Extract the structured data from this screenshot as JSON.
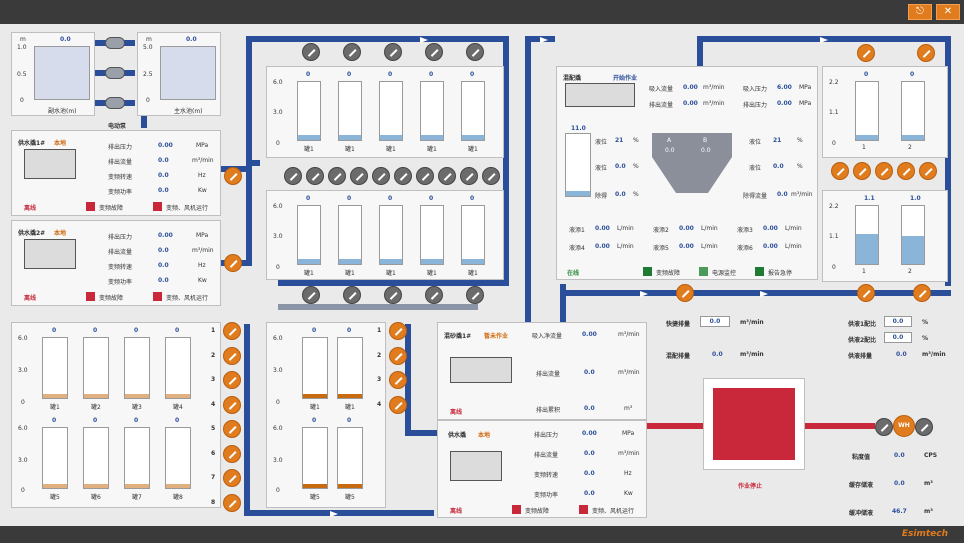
{
  "header": {
    "logout_label": "⎋",
    "close_label": "✕"
  },
  "footer": {
    "brand": "Esimtech"
  },
  "pools": {
    "clear": {
      "unit": "m",
      "ticks": [
        "1.0",
        "0.5",
        "0"
      ],
      "value": "0.0",
      "label": "副水池(m)"
    },
    "main": {
      "unit": "m",
      "ticks": [
        "5.0",
        "2.5",
        "0"
      ],
      "value": "0.0",
      "label": "主水池(m)"
    },
    "pump_label": "电动泵"
  },
  "feeder1": {
    "title": "供水撬1#",
    "mode": "本地",
    "status": "离线",
    "rows": [
      {
        "label": "排出压力",
        "value": "0.00",
        "unit": "MPa"
      },
      {
        "label": "排出流量",
        "value": "0.0",
        "unit": "m³/min"
      },
      {
        "label": "变频转速",
        "value": "0.0",
        "unit": "Hz"
      },
      {
        "label": "变频功率",
        "value": "0.0",
        "unit": "Kw"
      }
    ],
    "alarm1": "变频故障",
    "alarm2": "变频、风机运行"
  },
  "feeder2": {
    "title": "供水撬2#",
    "mode": "本地",
    "status": "离线",
    "rows": [
      {
        "label": "排出压力",
        "value": "0.00",
        "unit": "MPa"
      },
      {
        "label": "排出流量",
        "value": "0.0",
        "unit": "m³/min"
      },
      {
        "label": "变频转速",
        "value": "0.0",
        "unit": "Hz"
      },
      {
        "label": "变频功率",
        "value": "0.0",
        "unit": "Kw"
      }
    ],
    "alarm1": "变频故障",
    "alarm2": "变频、风机运行"
  },
  "tank_group_top": {
    "ticks": [
      "6.0",
      "3.0",
      "0"
    ],
    "tanks": [
      {
        "v": "0",
        "l": "罐1",
        "f": 0.08
      },
      {
        "v": "0",
        "l": "罐1",
        "f": 0.08
      },
      {
        "v": "0",
        "l": "罐1",
        "f": 0.08
      },
      {
        "v": "0",
        "l": "罐1",
        "f": 0.08
      },
      {
        "v": "0",
        "l": "罐1",
        "f": 0.08
      }
    ]
  },
  "tank_group_mid": {
    "ticks": [
      "6.0",
      "3.0",
      "0"
    ],
    "tanks": [
      {
        "v": "0",
        "l": "罐1",
        "f": 0.08
      },
      {
        "v": "0",
        "l": "罐1",
        "f": 0.08
      },
      {
        "v": "0",
        "l": "罐1",
        "f": 0.08
      },
      {
        "v": "0",
        "l": "罐1",
        "f": 0.08
      },
      {
        "v": "0",
        "l": "罐1",
        "f": 0.08
      }
    ]
  },
  "sand_group": {
    "ticks": [
      "6.0",
      "3.0",
      "0"
    ],
    "row1": [
      {
        "v": "0",
        "l": "罐1"
      },
      {
        "v": "0",
        "l": "罐2"
      },
      {
        "v": "0",
        "l": "罐3"
      },
      {
        "v": "0",
        "l": "罐4"
      }
    ],
    "row2": [
      {
        "v": "0",
        "l": "罐5"
      },
      {
        "v": "0",
        "l": "罐6"
      },
      {
        "v": "0",
        "l": "罐7"
      },
      {
        "v": "0",
        "l": "罐8"
      }
    ],
    "side": [
      "1",
      "2",
      "3",
      "4",
      "5",
      "6",
      "7",
      "8"
    ]
  },
  "sand_group2": {
    "ticks": [
      "6.0",
      "3.0",
      "0"
    ],
    "row1": [
      {
        "v": "0",
        "l": "罐1"
      },
      {
        "v": "0",
        "l": "罐1"
      }
    ],
    "row2": [
      {
        "v": "0",
        "l": "罐5"
      },
      {
        "v": "0",
        "l": "罐5"
      }
    ],
    "side": [
      "1",
      "2",
      "3",
      "4"
    ]
  },
  "blender": {
    "title": "混配撬",
    "state": "开始作业",
    "suction_flow_label": "吸入流量",
    "suction_flow": "0.00",
    "suction_flow_unit": "m³/min",
    "discharge_flow_label": "排出流量",
    "discharge_flow": "0.00",
    "discharge_flow_unit": "m³/min",
    "suction_press_label": "吸入压力",
    "suction_press": "6.00",
    "suction_press_unit": "MPa",
    "discharge_press_label": "排出压力",
    "discharge_press": "0.00",
    "discharge_press_unit": "MPa",
    "tank_value": "11.0",
    "left": [
      {
        "label": "液位",
        "value": "21",
        "unit": "%"
      },
      {
        "label": "液位",
        "value": "0.0",
        "unit": "%"
      },
      {
        "label": "除得",
        "value": "0.0",
        "unit": "%"
      }
    ],
    "right": [
      {
        "label": "液位",
        "value": "21",
        "unit": "%"
      },
      {
        "label": "液位",
        "value": "0.0",
        "unit": "%"
      },
      {
        "label": "除得流量",
        "value": "0.0",
        "unit": "m³/min"
      }
    ],
    "hopper": {
      "a": "A",
      "b": "B",
      "av": "0.0",
      "bv": "0.0"
    },
    "adds": [
      {
        "label": "液添1",
        "value": "0.00",
        "unit": "L/min"
      },
      {
        "label": "液添2",
        "value": "0.00",
        "unit": "L/min"
      },
      {
        "label": "液添3",
        "value": "0.00",
        "unit": "L/min"
      },
      {
        "label": "液添4",
        "value": "0.00",
        "unit": "L/min"
      },
      {
        "label": "液添5",
        "value": "0.00",
        "unit": "L/min"
      },
      {
        "label": "液添6",
        "value": "0.00",
        "unit": "L/min"
      }
    ],
    "online": "在线",
    "leg1": "变频故障",
    "leg2": "电源监控",
    "leg3": "报告急停"
  },
  "right_tanks_top": {
    "ticks": [
      "2.2",
      "1.1",
      "0"
    ],
    "tanks": [
      {
        "v": "0",
        "l": "1",
        "f": 0.08
      },
      {
        "v": "0",
        "l": "2",
        "f": 0.08
      }
    ]
  },
  "right_tanks_bot": {
    "ticks": [
      "2.2",
      "1.1",
      "0"
    ],
    "tanks": [
      {
        "v": "1.1",
        "l": "1",
        "f": 0.5
      },
      {
        "v": "1.0",
        "l": "2",
        "f": 0.46
      }
    ]
  },
  "sand_blender": {
    "title": "混砂撬1#",
    "state": "暂未作业",
    "status": "离线",
    "rows": [
      {
        "label": "吸入净流量",
        "value": "0.00",
        "unit": "m³/min"
      },
      {
        "label": "排出流量",
        "value": "0.0",
        "unit": "m³/min"
      },
      {
        "label": "排出累积",
        "value": "0.0",
        "unit": "m³"
      }
    ]
  },
  "water_skid": {
    "title": "供水撬",
    "mode": "本地",
    "status": "离线",
    "rows": [
      {
        "label": "排出压力",
        "value": "0.00",
        "unit": "MPa"
      },
      {
        "label": "排出流量",
        "value": "0.0",
        "unit": "m³/min"
      },
      {
        "label": "变频转速",
        "value": "0.0",
        "unit": "Hz"
      },
      {
        "label": "变频功率",
        "value": "0.0",
        "unit": "Kw"
      }
    ],
    "alarm1": "变频故障",
    "alarm2": "变频、风机运行"
  },
  "operation": {
    "rate_label": "快捷排量",
    "rate_value": "0.0",
    "rate_unit": "m³/min",
    "mix_label": "混配排量",
    "mix_value": "0.0",
    "mix_unit": "m³/min",
    "status": "作业停止",
    "ratio1_label": "供液1配比",
    "ratio1": "0.0",
    "ratio2_label": "供液2配比",
    "ratio2": "0.0",
    "ratio_unit": "%",
    "supply_label": "供液排量",
    "supply_value": "0.0",
    "supply_unit": "m³/min",
    "visc_label": "粘度值",
    "visc_value": "0.0",
    "visc_unit": "CPS",
    "buf1_label": "缓存储液",
    "buf1_value": "0.0",
    "buf1_unit": "m³",
    "buf2_label": "缓冲储液",
    "buf2_value": "46.7",
    "buf2_unit": "m³",
    "wh": "WH"
  }
}
